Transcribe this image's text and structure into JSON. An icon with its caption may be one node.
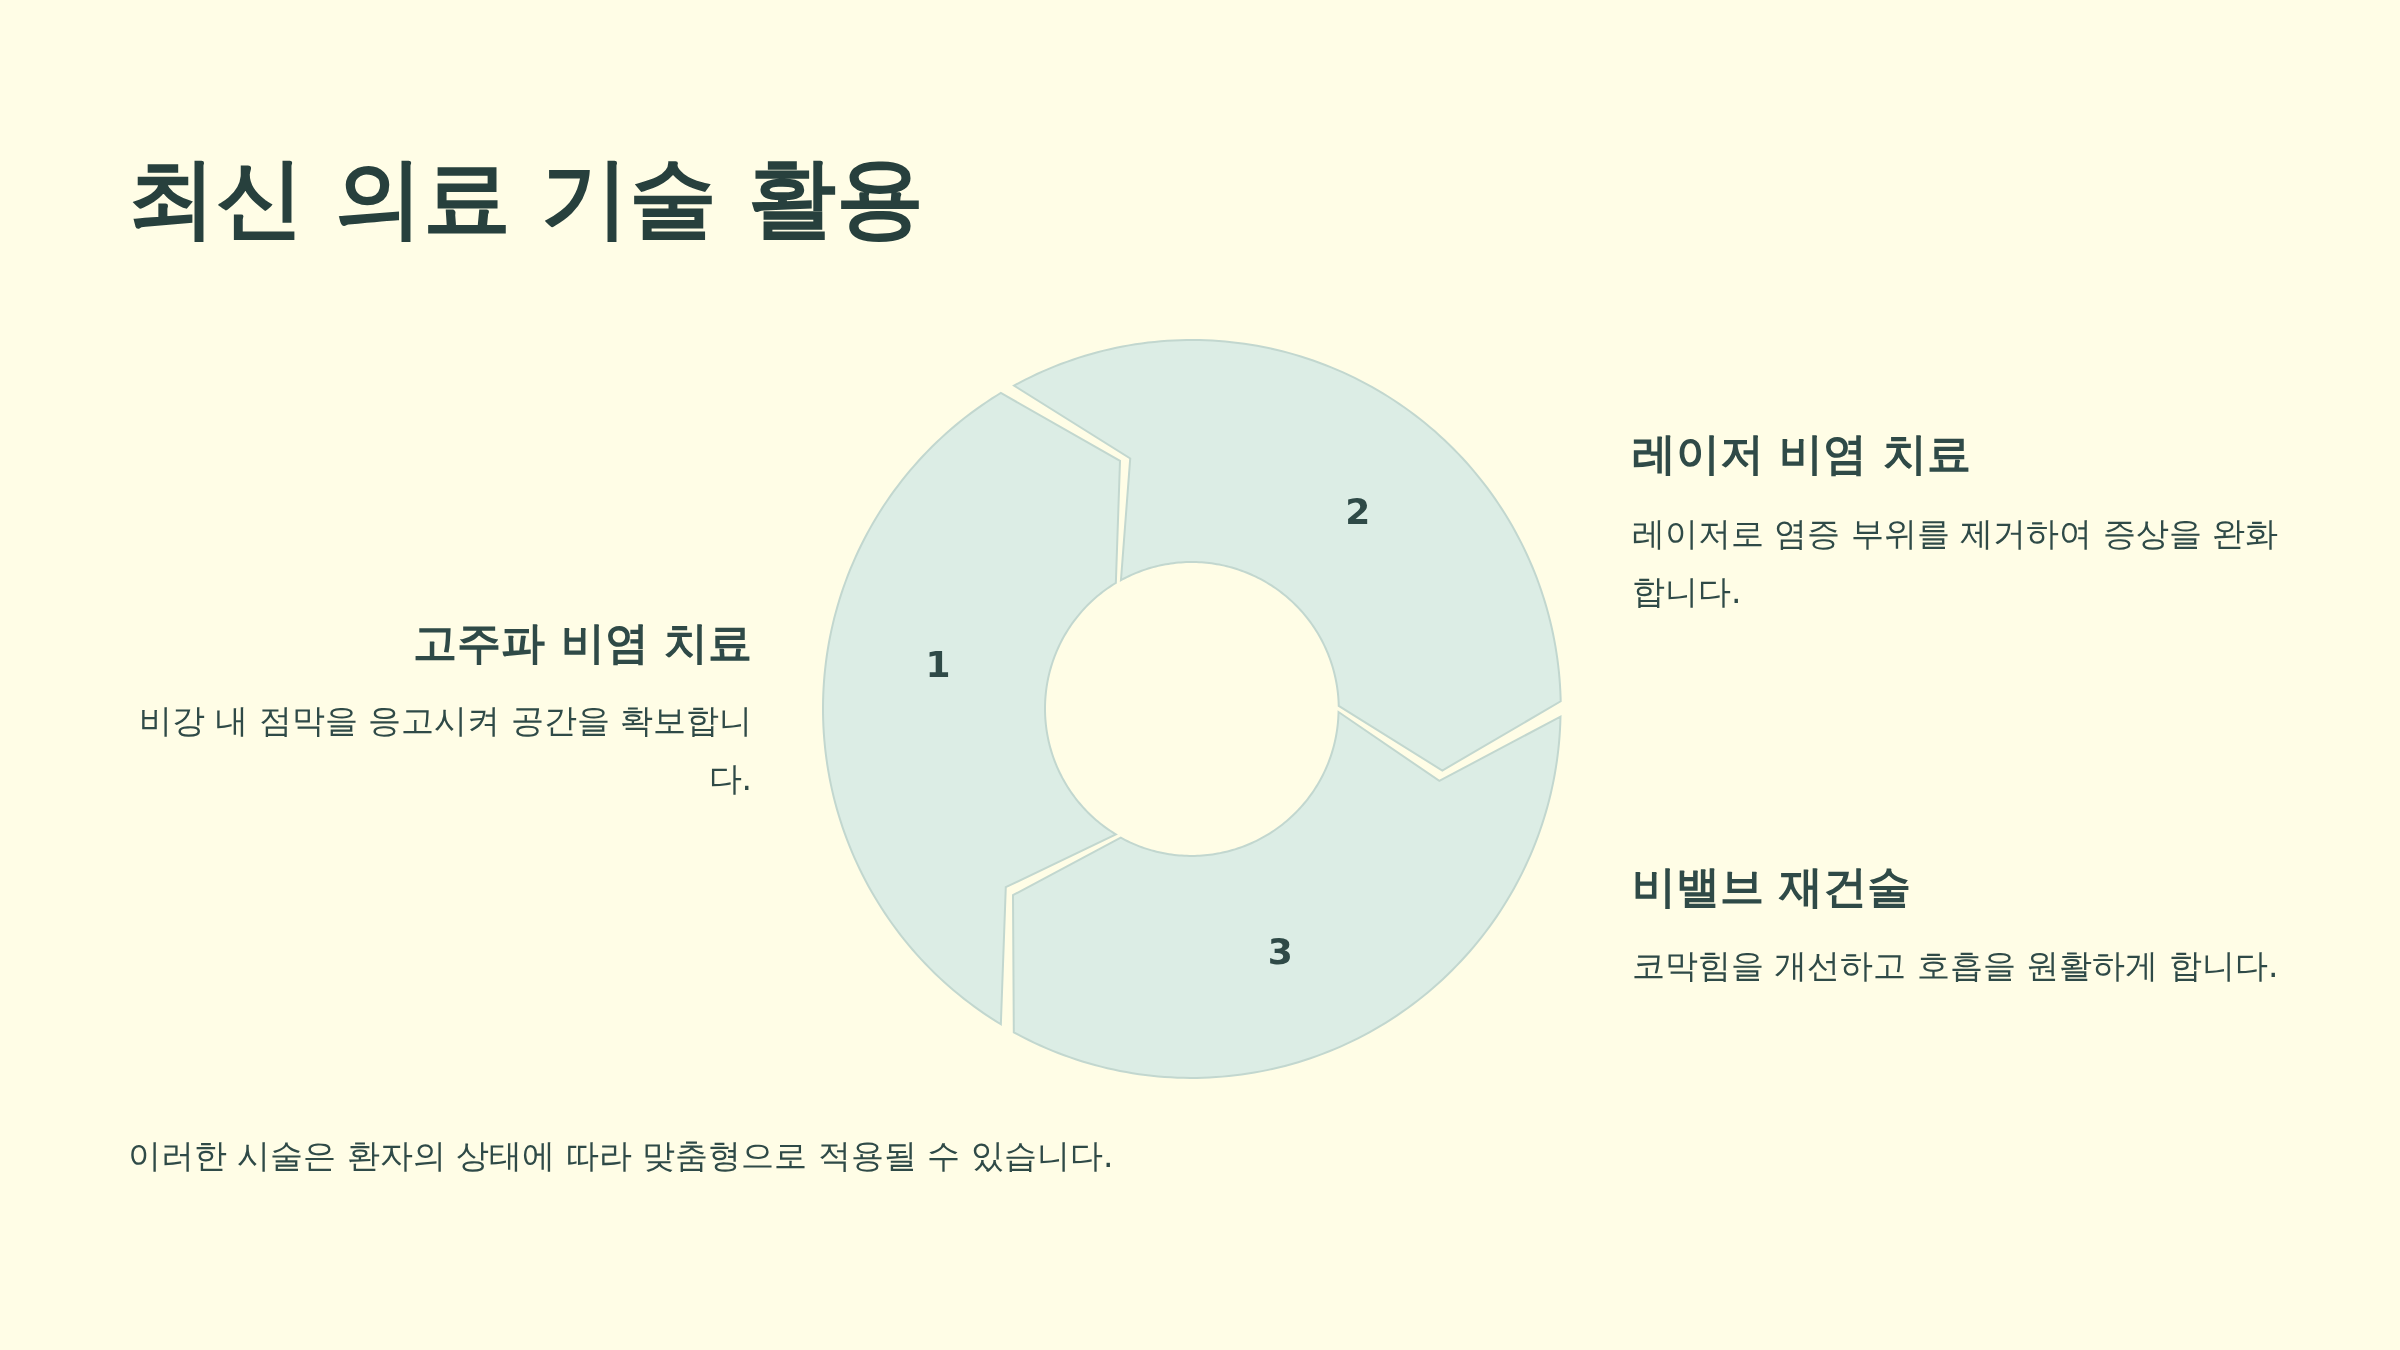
{
  "diagram": {
    "title": "최신 의료 기술 활용",
    "caption": "이러한 시술은 환자의 상태에 따라 맞춤형으로 적용될 수 있습니다.",
    "nodes": [
      {
        "text": [
          "1"
        ]
      },
      {
        "text": [
          "2"
        ]
      },
      {
        "text": [
          "3"
        ]
      }
    ],
    "labels": [
      "레이저 비염 치료",
      "레이저로 염증 부위를 제거하여 증상을 완화합니다.",
      "고주파 비염 치료",
      "비강 내 점막을 응고시켜 공간을 확보합니다.",
      "비밸브 재건술",
      "코막힘을 개선하고 호흡을 원활하게 합니다."
    ]
  }
}
